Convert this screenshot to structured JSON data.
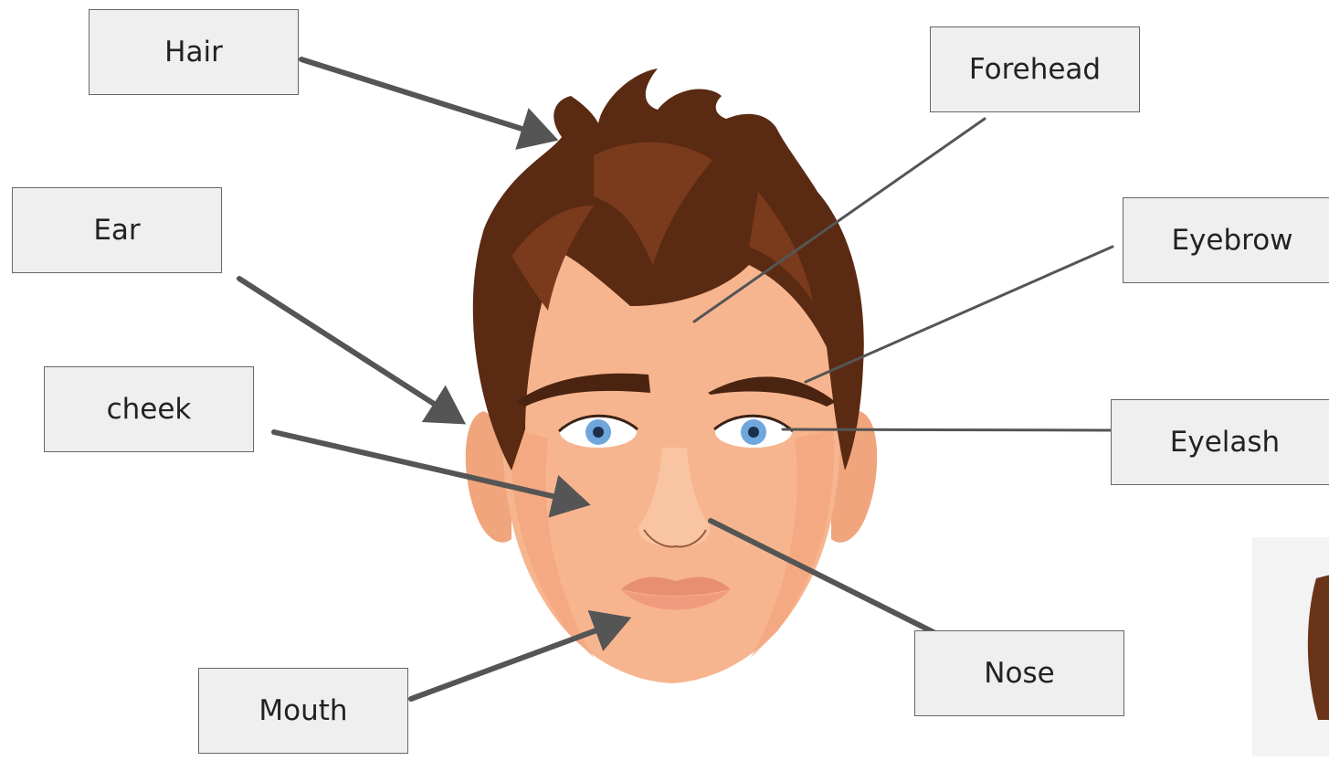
{
  "labels": {
    "hair": "Hair",
    "forehead": "Forehead",
    "ear": "Ear",
    "eyebrow": "Eyebrow",
    "cheek": "cheek",
    "eyelash": "Eyelash",
    "nose": "Nose",
    "mouth": "Mouth"
  },
  "colors": {
    "label_fill": "#efefef",
    "label_border": "#666666",
    "arrow": "#555555",
    "skin": "#f7b58f",
    "hair": "#5a2a12",
    "iris": "#6fa6dc"
  }
}
